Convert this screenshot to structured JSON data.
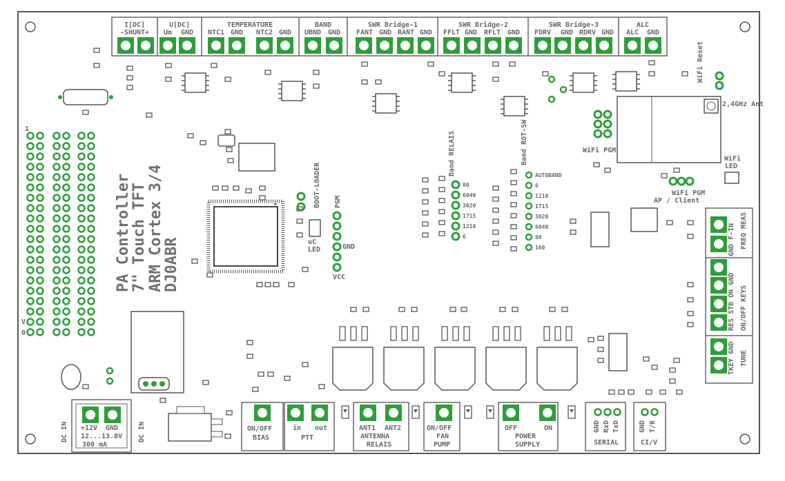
{
  "colors": {
    "pcb_outline": "#555555",
    "terminal_green": "#2e9e3a",
    "silk": "#666666",
    "pad_white": "#ffffff"
  },
  "board_title": [
    "PA Controller",
    "7\" Touch TFT",
    "ARM Cortex 3/4",
    "DJ0ABR"
  ],
  "top_connectors": [
    {
      "title": "I[DC]",
      "pins": [
        "-SHUNT+"
      ]
    },
    {
      "title": "U[DC]",
      "pins": [
        "Um",
        "GND"
      ]
    },
    {
      "title": "TEMPERATURE",
      "pins": [
        "NTC1",
        "GND",
        "NTC2",
        "GND"
      ]
    },
    {
      "title": "BAND",
      "pins": [
        "UBND",
        "GND"
      ]
    },
    {
      "title": "SWR Bridge-1",
      "pins": [
        "FANT",
        "GND",
        "RANT",
        "GND"
      ]
    },
    {
      "title": "SWR Bridge-2",
      "pins": [
        "FFLT",
        "GND",
        "RFLT",
        "GND"
      ]
    },
    {
      "title": "SWR Bridge-3",
      "pins": [
        "FDRV",
        "GND",
        "RDRV",
        "GND"
      ]
    },
    {
      "title": "ALC",
      "pins": [
        "ALC",
        "GND"
      ]
    }
  ],
  "right_connectors": [
    {
      "title": "FREQ MEAS",
      "pins": [
        "F-IN",
        "GND"
      ]
    },
    {
      "title": "ON/OFF KEYS",
      "pins": [
        "GND",
        "ON",
        "STB",
        "RES"
      ]
    },
    {
      "title": "TUNE",
      "pins": [
        "GND",
        "TKEY"
      ]
    }
  ],
  "bottom_connectors": [
    {
      "title": "BIAS",
      "pins": [
        "ON/OFF"
      ]
    },
    {
      "title": "PTT",
      "pins": [
        "in",
        "out"
      ]
    },
    {
      "title": "ANTENNA RELAIS",
      "pins": [
        "ANT1",
        "ANT2"
      ]
    },
    {
      "title": "FAN PUMP",
      "pins": [
        "ON/OFF"
      ]
    },
    {
      "title": "POWER SUPPLY",
      "pins": [
        "OFF",
        "ON"
      ]
    },
    {
      "title": "SERIAL",
      "pins": [
        "GND",
        "RxD",
        "TxD"
      ]
    },
    {
      "title": "CI/V",
      "pins": [
        "GND",
        "T/R"
      ]
    }
  ],
  "dc_in": {
    "label": "DC IN",
    "pins": [
      "+12V",
      "GND"
    ],
    "voltage": "12...13.8V",
    "current": "300 mA",
    "label2": "DC IN"
  },
  "band_relais": {
    "title": "Band RELAIS",
    "items": [
      "80",
      "6040",
      "3020",
      "1715",
      "1210",
      "6"
    ]
  },
  "band_rotsw": {
    "title": "Band ROT-SW",
    "items": [
      "AUTOBAND",
      "6",
      "1210",
      "1715",
      "3020",
      "6040",
      "80",
      "160"
    ]
  },
  "pgm_header": {
    "title": "PGM",
    "pins": [
      "GND",
      "VCC"
    ]
  },
  "boot_loader": "BOOT-LOADER",
  "uc_led": "uC LED",
  "wifi": {
    "reset": "WiFi Reset",
    "antenna": "2,4GHz Ant",
    "pgm": "WiFi PGM",
    "led": "WiFi LED",
    "mode_line1": "WiFi PGM",
    "mode_line2": "AP / Client"
  },
  "breakout_marks": [
    "1",
    "V",
    "0"
  ],
  "mcu_marker": "*"
}
